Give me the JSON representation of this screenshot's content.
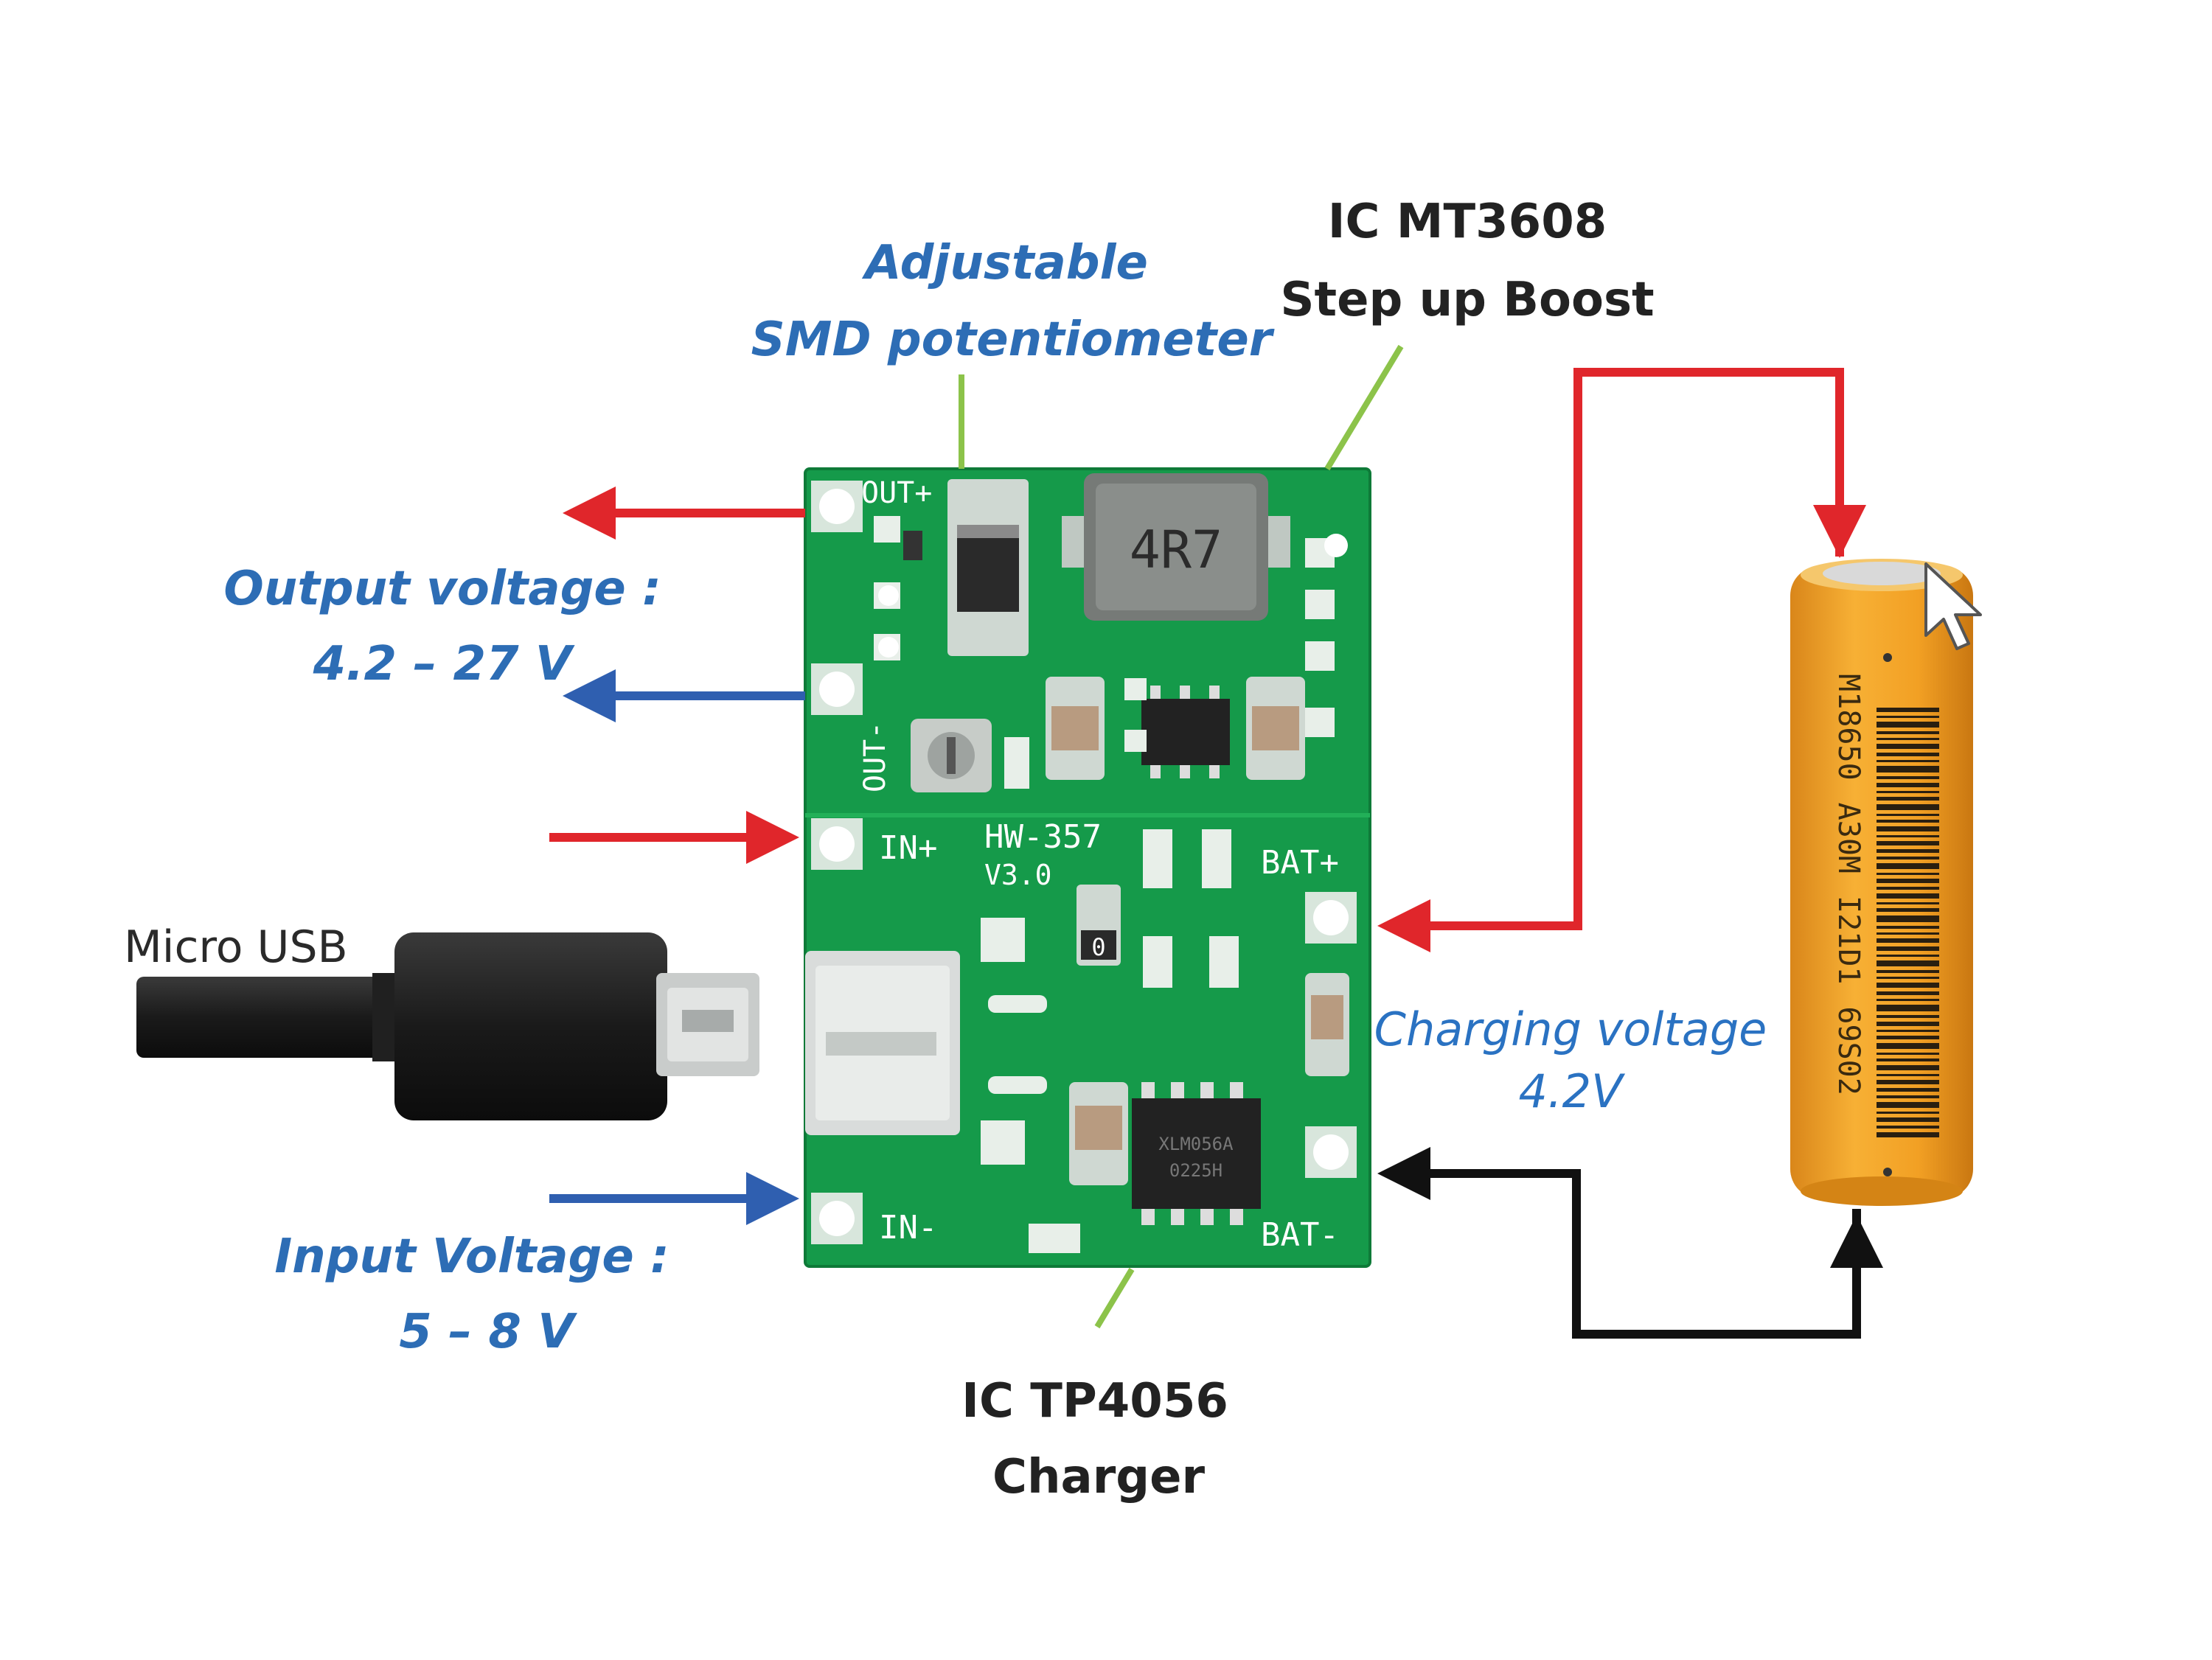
{
  "labels": {
    "potentiometer_line1": "Adjustable",
    "potentiometer_line2": "SMD potentiometer",
    "boost_ic_line1": "IC MT3608",
    "boost_ic_line2": "Step up Boost",
    "output_voltage_line1": "Output voltage :",
    "output_voltage_line2": "4.2 – 27 V",
    "micro_usb": "Micro USB",
    "charging_voltage_line1": "Charging voltage",
    "charging_voltage_line2": "4.2V",
    "input_voltage_line1": "Input Voltage :",
    "input_voltage_line2": "5 – 8 V",
    "charger_ic_line1": "IC TP4056",
    "charger_ic_line2": "Charger"
  },
  "board": {
    "pin_out_plus": "OUT+",
    "pin_out_minus": "OUT-",
    "pin_in_plus": "IN+",
    "pin_in_minus": "IN-",
    "pin_bat_plus": "BAT+",
    "pin_bat_minus": "BAT-",
    "model": "HW-357",
    "version": "V3.0",
    "inductor_marking": "4R7",
    "charger_chip_marking_1": "XLM056A",
    "charger_chip_marking_2": "0225H",
    "resistor_marking": "0"
  },
  "battery": {
    "marking_1": "M18650",
    "marking_2": "A30M",
    "marking_3": "I21D1",
    "marking_4": "69S02"
  },
  "colors": {
    "positive_wire": "#e0262b",
    "negative_wire_board": "#2f5fb0",
    "negative_wire_battery": "#111111",
    "callout_line": "#8cc34a",
    "pcb": "#159a4a",
    "battery": "#f4a21f",
    "label_blue": "#2d6db5"
  }
}
